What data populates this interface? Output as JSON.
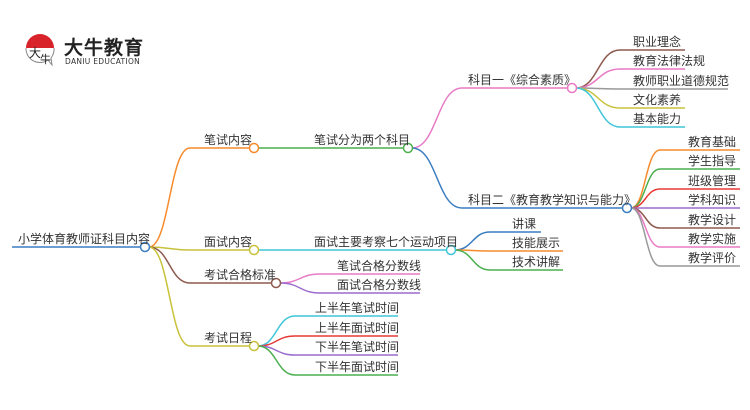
{
  "logo": {
    "name_cn": "大牛教育",
    "name_en": "DANIU EDUCATION",
    "mark_text": "大牛",
    "accent": "#d9232a"
  },
  "mindmap": {
    "root": {
      "label": "小学体育教师证科目内容",
      "color": "#3a7dc0"
    },
    "branches": [
      {
        "label": "笔试内容",
        "color": "#f68b2c",
        "children": [
          {
            "label": "笔试分为两个科目",
            "color": "#4caf50",
            "children": [
              {
                "label": "科目一《综合素质》",
                "color": "#e87ac6",
                "children": [
                  {
                    "label": "职业理念",
                    "color": "#8e5b4f"
                  },
                  {
                    "label": "教育法律法规",
                    "color": "#e87ac6"
                  },
                  {
                    "label": "教师职业道德规范",
                    "color": "#999999"
                  },
                  {
                    "label": "文化素养",
                    "color": "#c8c23a"
                  },
                  {
                    "label": "基本能力",
                    "color": "#3fc6d8"
                  }
                ]
              },
              {
                "label": "科目二《教育教学知识与能力》",
                "color": "#3a7dc0",
                "children": [
                  {
                    "label": "教育基础",
                    "color": "#f68b2c"
                  },
                  {
                    "label": "学生指导",
                    "color": "#4caf50"
                  },
                  {
                    "label": "班级管理",
                    "color": "#e53935"
                  },
                  {
                    "label": "学科知识",
                    "color": "#9c6ccf"
                  },
                  {
                    "label": "教学设计",
                    "color": "#8e5b4f"
                  },
                  {
                    "label": "教学实施",
                    "color": "#e87ac6"
                  },
                  {
                    "label": "教学评价",
                    "color": "#999999"
                  }
                ]
              }
            ]
          }
        ]
      },
      {
        "label": "面试内容",
        "color": "#c8c23a",
        "children": [
          {
            "label": "面试主要考察七个运动项目",
            "color": "#3fc6d8",
            "children": [
              {
                "label": "讲课",
                "color": "#3a7dc0"
              },
              {
                "label": "技能展示",
                "color": "#f68b2c"
              },
              {
                "label": "技术讲解",
                "color": "#4caf50"
              }
            ]
          }
        ]
      },
      {
        "label": "考试合格标准",
        "color": "#8e5b4f",
        "children": [
          {
            "label": "笔试合格分数线",
            "color": "#e87ac6"
          },
          {
            "label": "面试合格分数线",
            "color": "#9c6ccf"
          }
        ]
      },
      {
        "label": "考试日程",
        "color": "#c8c23a",
        "children": [
          {
            "label": "上半年笔试时间",
            "color": "#3fc6d8"
          },
          {
            "label": "上半年面试时间",
            "color": "#e53935"
          },
          {
            "label": "下半年笔试时间",
            "color": "#9c6ccf"
          },
          {
            "label": "下半年面试时间",
            "color": "#4caf50"
          }
        ]
      }
    ]
  }
}
